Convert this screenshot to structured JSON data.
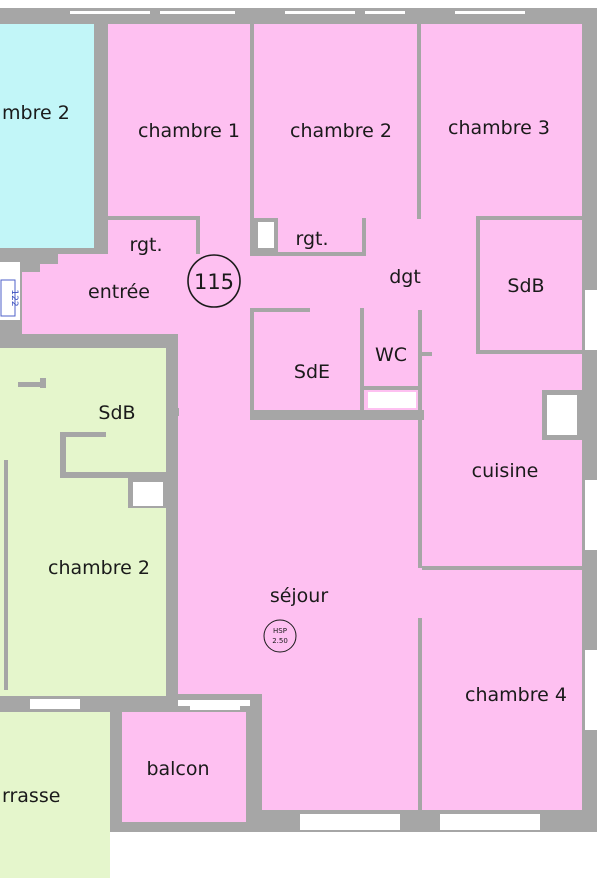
{
  "colors": {
    "main_apartment": "#fec0f1",
    "neighbor_left_top": "#c2f6f8",
    "neighbor_left_bottom": "#e5f6cc",
    "walls": "#a6a6a6",
    "window": "#ffffff"
  },
  "apartment": {
    "number": "115",
    "ceiling_height_label": "HSP",
    "ceiling_height_value": "2.50",
    "rooms": {
      "chambre_1": "chambre 1",
      "chambre_2": "chambre 2",
      "chambre_3": "chambre 3",
      "rgt_left": "rgt.",
      "rgt_right": "rgt.",
      "entree": "entrée",
      "dgt": "dgt",
      "sdb": "SdB",
      "sde": "SdE",
      "wc": "WC",
      "cuisine": "cuisine",
      "sejour": "séjour",
      "chambre_4": "chambre 4",
      "balcon": "balcon"
    }
  },
  "neighbors": {
    "top_left_room": "mbre 2",
    "bottom_left_sdb": "SdB",
    "bottom_left_chambre": "chambre 2",
    "bottom_left_terrasse": "rrasse",
    "side_tag": "122"
  }
}
